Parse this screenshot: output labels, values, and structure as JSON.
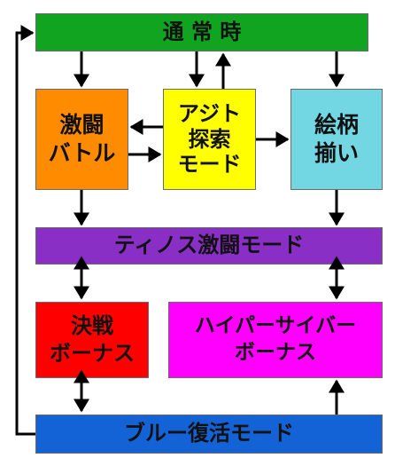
{
  "nodes": {
    "normal": {
      "label": "通 常 時",
      "color": "#11a421"
    },
    "battle": {
      "label": "激闘\nバトル",
      "color": "#ff8c00"
    },
    "hideout": {
      "label": "アジト\n探索\nモード",
      "color": "#ffff00"
    },
    "reels": {
      "label": "絵柄\n揃い",
      "color": "#72d6e3"
    },
    "tinos": {
      "label": "ティノス激闘モード",
      "color": "#8a2fc6"
    },
    "kessen": {
      "label": "決戦\nボーナス",
      "color": "#ff0000"
    },
    "hyper": {
      "label": "ハイパーサイバー\nボーナス",
      "color": "#ff00ff"
    },
    "blue": {
      "label": "ブルー復活モード",
      "color": "#1463d6"
    }
  },
  "colors": {
    "arrow": "#000000",
    "border": "#6b6b6b"
  }
}
